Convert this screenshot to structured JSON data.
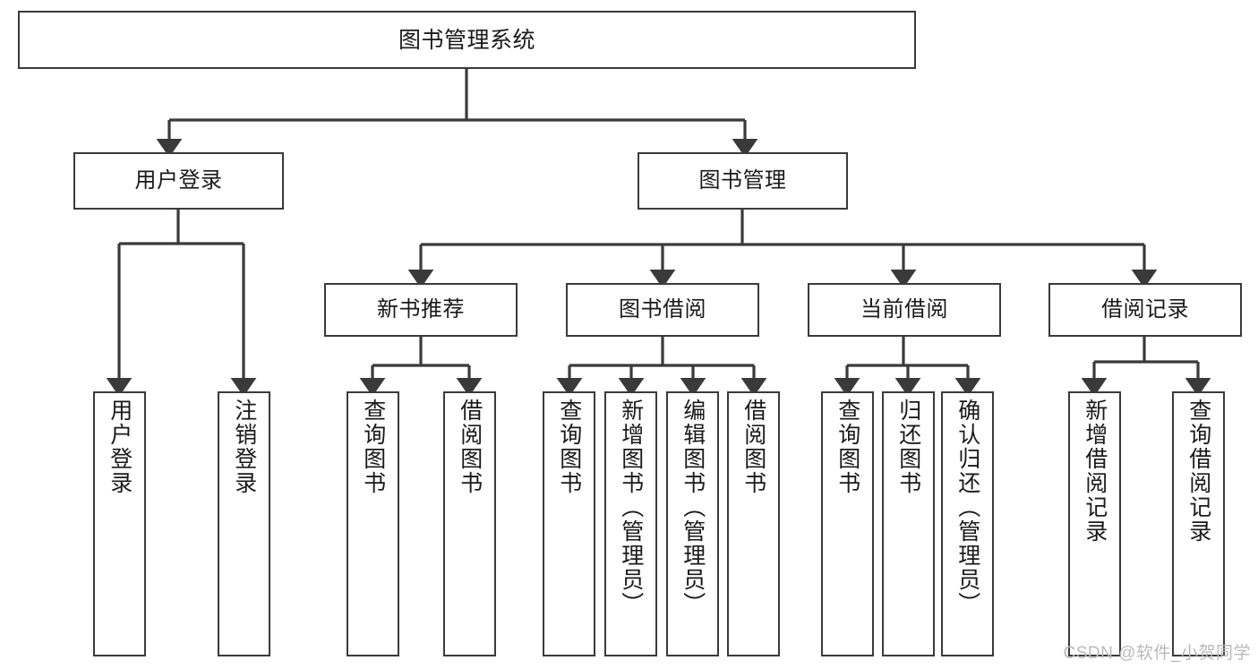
{
  "diagram": {
    "title": "图书管理系统",
    "type": "tree-structure-chart",
    "line_color": "#3a3a3a",
    "box_fill": "#ffffff",
    "text_color": "#1a1a1a",
    "root": {
      "label": "图书管理系统"
    },
    "level2": [
      {
        "label": "用户登录"
      },
      {
        "label": "图书管理"
      }
    ],
    "level3": [
      {
        "label": "新书推荐"
      },
      {
        "label": "图书借阅"
      },
      {
        "label": "当前借阅"
      },
      {
        "label": "借阅记录"
      }
    ],
    "leaves": {
      "user_login": [
        {
          "label": "用户登录"
        },
        {
          "label": "注销登录"
        }
      ],
      "new_book_recommend": [
        {
          "label": "查询图书"
        },
        {
          "label": "借阅图书"
        }
      ],
      "book_borrow": [
        {
          "label": "查询图书"
        },
        {
          "label": "新增图书（管理员）"
        },
        {
          "label": "编辑图书（管理员）"
        },
        {
          "label": "借阅图书"
        }
      ],
      "current_borrow": [
        {
          "label": "查询图书"
        },
        {
          "label": "归还图书"
        },
        {
          "label": "确认归还（管理员）"
        }
      ],
      "borrow_record": [
        {
          "label": "新增借阅记录"
        },
        {
          "label": "查询借阅记录"
        }
      ]
    }
  },
  "watermark": {
    "text": "CSDN @软件_小贺同学",
    "color": "#b9b9b9"
  }
}
